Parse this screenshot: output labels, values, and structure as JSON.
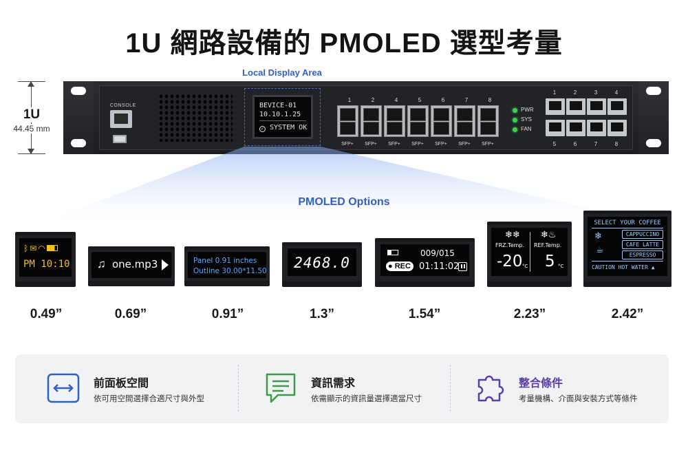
{
  "title": "1U 網路設備的 PMOLED 選型考量",
  "dimension": {
    "unit": "1U",
    "height": "44.45 mm"
  },
  "chassis": {
    "console_label": "CONSOLE",
    "local_display_label": "Local Display Area",
    "front_display_lines": [
      "BEVICE-01",
      "10.10.1.25",
      "SYSTEM OK"
    ],
    "sfp_ports": [
      {
        "num": "1",
        "label": "SFP+"
      },
      {
        "num": "2",
        "label": "SFP+"
      },
      {
        "num": "4",
        "label": "SFP+"
      },
      {
        "num": "5",
        "label": "SFP+"
      },
      {
        "num": "6",
        "label": "SFP+"
      },
      {
        "num": "7",
        "label": "SFP+"
      },
      {
        "num": "8",
        "label": "SFP+"
      }
    ],
    "leds": [
      "PWR",
      "SYS",
      "FAN"
    ],
    "rj45_top": [
      "1",
      "2",
      "3",
      "4"
    ],
    "rj45_bottom": [
      "5",
      "6",
      "7",
      "8"
    ],
    "led_color": "#3bd24a"
  },
  "options_label": "PMOLED Options",
  "modules": [
    {
      "size": "0.49”",
      "text": "PM 10:10",
      "color": "#f2c21b"
    },
    {
      "size": "0.69”",
      "text": "one.mp3",
      "color": "#ffffff"
    },
    {
      "size": "0.91”",
      "line1": "Panel 0.91 inches",
      "line2": "Outline 30.00*11.50",
      "color": "#5aa9ff"
    },
    {
      "size": "1.3”",
      "text": "2468.0",
      "color": "#ffffff"
    },
    {
      "size": "1.54”",
      "track": "009/015",
      "rec": "REC",
      "time": "01:11:02",
      "color": "#ffffff"
    },
    {
      "size": "2.23”",
      "left_label": "FRZ.Temp.",
      "right_label": "REF.Temp.",
      "left_value": "-20",
      "right_value": "5",
      "unit": "°C",
      "color": "#ffffff"
    },
    {
      "size": "2.42”",
      "header": "SELECT YOUR COFFEE",
      "items": [
        "CAPPUCCINO",
        "CAFE LATTE",
        "ESPRESSO"
      ],
      "footer": "CAUTION HOT WATER",
      "color": "#9ecbff"
    }
  ],
  "considerations": [
    {
      "icon": "resize-arrows-icon",
      "title": "前面板空間",
      "desc": "依可用空間選擇合適尺寸與外型",
      "color": "#2f5fc4"
    },
    {
      "icon": "message-icon",
      "title": "資訊需求",
      "desc": "依需顯示的資訊量選擇適當尺寸",
      "color": "#3f9a48"
    },
    {
      "icon": "puzzle-icon",
      "title": "整合條件",
      "desc": "考量機構、介面與安裝方式等條件",
      "color": "#5b3fa8"
    }
  ]
}
